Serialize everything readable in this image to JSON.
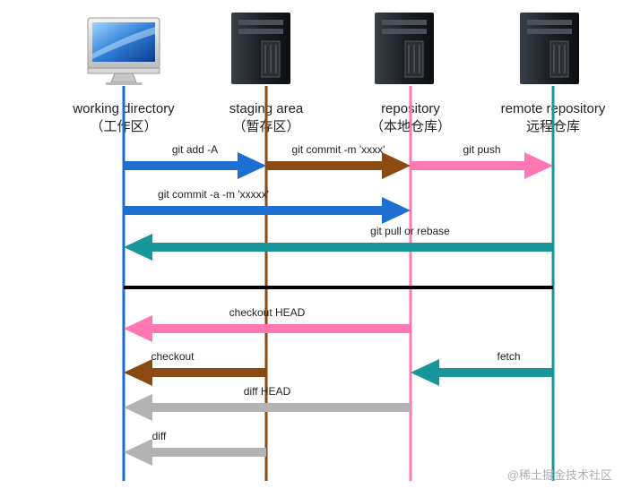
{
  "columns": [
    {
      "id": "working",
      "name": "working directory",
      "sub": "（工作区）",
      "icon": "imac-computer-icon",
      "color": "#1a6fc4"
    },
    {
      "id": "staging",
      "name": "staging area",
      "sub": "（暂存区）",
      "icon": "server-tower-icon",
      "color": "#8b4a12"
    },
    {
      "id": "repo",
      "name": "repository",
      "sub": "（本地仓库）",
      "icon": "server-tower-icon",
      "color": "#ff78b4"
    },
    {
      "id": "remote",
      "name": "remote repository",
      "sub": "远程仓库",
      "icon": "server-tower-icon",
      "color": "#17979a"
    }
  ],
  "arrows": [
    {
      "label": "git add -A",
      "from": "working",
      "to": "staging",
      "color": "#1e6fd2"
    },
    {
      "label": "git  commit -m 'xxxx'",
      "from": "staging",
      "to": "repo",
      "color": "#8b4a12"
    },
    {
      "label": "git push",
      "from": "repo",
      "to": "remote",
      "color": "#ff78b4"
    },
    {
      "label": "git  commit -a -m 'xxxxx'",
      "from": "working",
      "to": "repo",
      "color": "#1e6fd2"
    },
    {
      "label": "git pull or rebase",
      "from": "remote",
      "to": "working",
      "color": "#17979a"
    },
    {
      "label": "",
      "from": "working",
      "to": "remote",
      "color": "#000000",
      "divider": true
    },
    {
      "label": "checkout HEAD",
      "from": "repo",
      "to": "working",
      "color": "#ff78b4"
    },
    {
      "label": "checkout",
      "from": "staging",
      "to": "working",
      "color": "#8b4a12"
    },
    {
      "label": "fetch",
      "from": "remote",
      "to": "repo",
      "color": "#17979a"
    },
    {
      "label": "diff HEAD",
      "from": "repo",
      "to": "working",
      "color": "#b3b3b3"
    },
    {
      "label": "diff",
      "from": "staging",
      "to": "working",
      "color": "#b3b3b3"
    }
  ],
  "watermark": "@稀土掘金技术社区"
}
